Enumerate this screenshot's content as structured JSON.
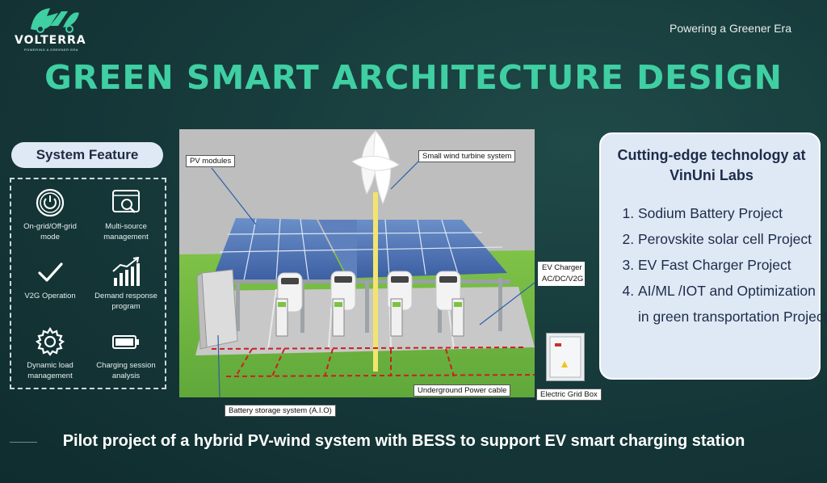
{
  "brand": {
    "name": "VOLTERRA",
    "subtitle": "POWERING A GREENER ERA",
    "tagline": "Powering a Greener Era"
  },
  "title": "GREEN SMART ARCHITECTURE DESIGN",
  "features": {
    "heading": "System Feature",
    "items": [
      {
        "label": "On-grid/Off-grid mode",
        "icon": "power-icon"
      },
      {
        "label": "Multi-source management",
        "icon": "monitor-search-icon"
      },
      {
        "label": "V2G Operation",
        "icon": "checkmark-icon"
      },
      {
        "label": "Demand response program",
        "icon": "bar-chart-growth-icon"
      },
      {
        "label": "Dynamic load management",
        "icon": "gear-icon"
      },
      {
        "label": "Charging session analysis",
        "icon": "battery-icon"
      }
    ]
  },
  "diagram": {
    "labels": {
      "pv": "PV modules",
      "wind": "Small wind turbine system",
      "ev": "EV Charger AC/DC/V2G",
      "cable": "Underground Power cable",
      "grid": "Electric Grid Box",
      "battery": "Battery storage system (A.I.O)"
    }
  },
  "tech": {
    "heading": "Cutting-edge technology at VinUni Labs",
    "items": [
      "Sodium Battery Project",
      "Perovskite solar cell Project",
      "EV Fast Charger Project",
      "AI/ML /IOT and Optimization in green transportation Project"
    ]
  },
  "footer": "Pilot project of a hybrid PV-wind system with BESS to support EV smart charging station",
  "colors": {
    "title": "#3fcfa3",
    "background": "#173a3b",
    "card": "#dfe9f5",
    "card_text": "#1e2b4a"
  }
}
